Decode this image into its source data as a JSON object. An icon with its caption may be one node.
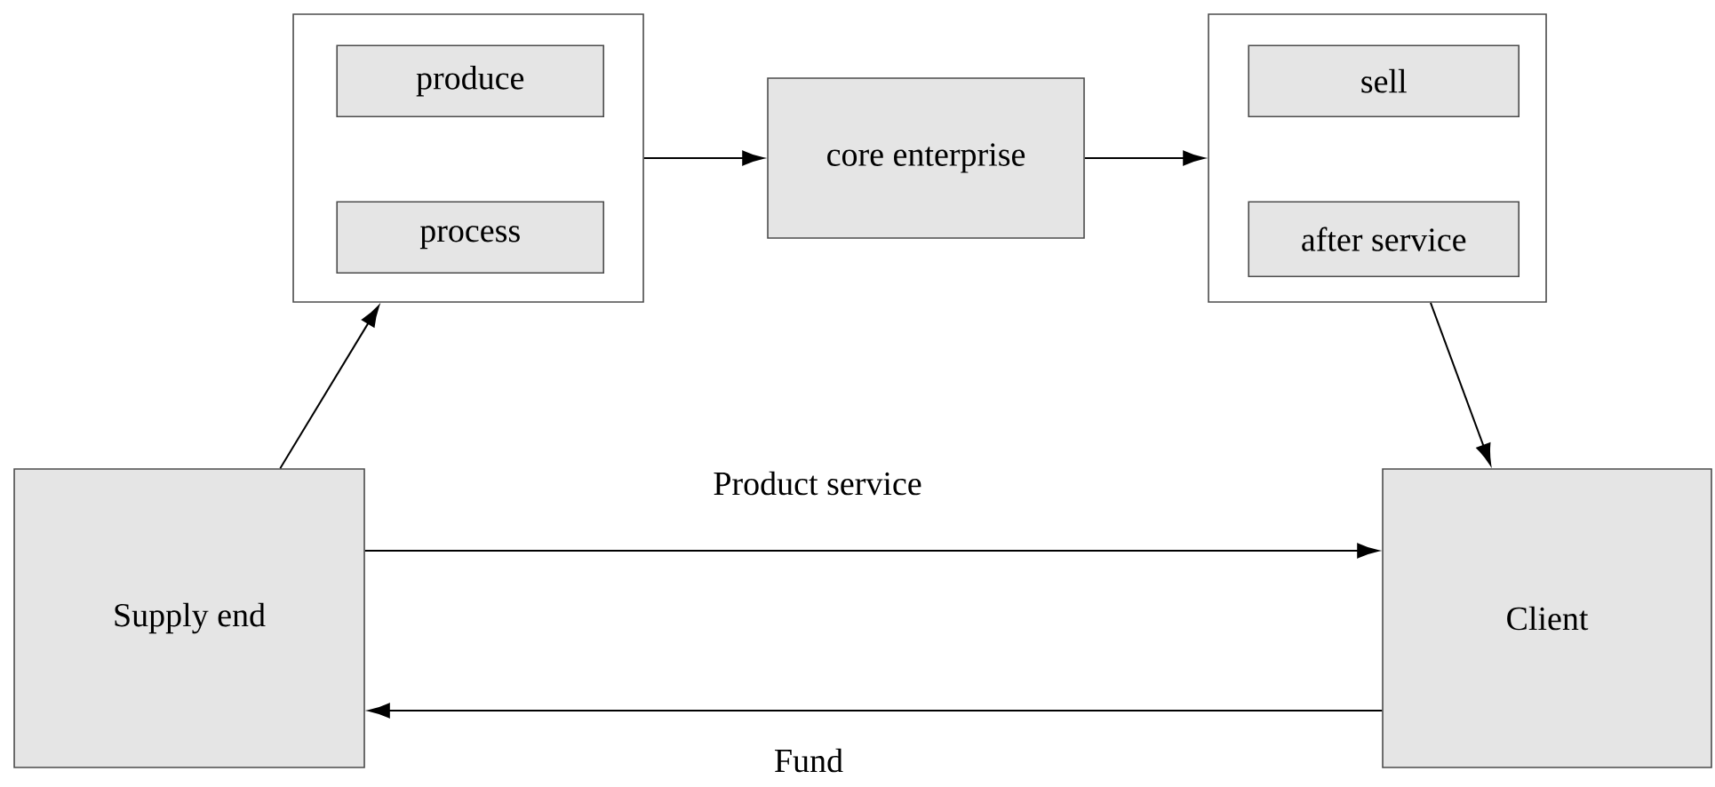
{
  "diagram": {
    "nodes": [
      {
        "text": [],
        "shape": "box"
      },
      {
        "text": [
          "produce"
        ],
        "in": 0
      },
      {
        "text": [
          "process"
        ],
        "in": 0
      },
      {
        "text": [
          "core enterprise"
        ]
      },
      {
        "text": [],
        "shape": "box"
      },
      {
        "text": [
          "sell"
        ],
        "in": 4
      },
      {
        "text": [
          "after service"
        ],
        "in": 4
      },
      {
        "text": [
          "Supply end"
        ]
      },
      {
        "text": [
          "Client"
        ]
      }
    ],
    "edges": [
      {
        "from": 0,
        "to": 3,
        "arrow": "to"
      },
      {
        "from": 3,
        "to": 4,
        "arrow": "to"
      },
      {
        "from": 7,
        "to": 0,
        "arrow": "to"
      },
      {
        "from": 4,
        "to": 8,
        "arrow": "to"
      },
      {
        "from": 7,
        "to": 8,
        "arrow": "to",
        "label": "Product service"
      },
      {
        "from": 8,
        "to": 7,
        "arrow": "to",
        "label": "Fund"
      }
    ]
  }
}
